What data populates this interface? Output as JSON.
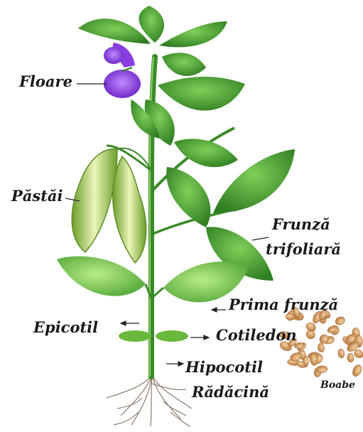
{
  "diagram": {
    "labels": {
      "floare": "Floare",
      "pastai": "Păstăi",
      "frunza_trifoliara_line1": "Frunză",
      "frunza_trifoliara_line2": "trifoliară",
      "prima_frunza": "Prima frunză",
      "epicotil": "Epicotil",
      "cotiledon": "Cotiledon",
      "hipocotil": "Hipocotil",
      "radacina": "Rădăcină",
      "boabe": "Boabe"
    },
    "colors": {
      "leaf": "#3f9a2c",
      "leaf_dark": "#2b6e1e",
      "stem": "#3a8a28",
      "flower": "#7b2fd6",
      "pod": "#9cc44a",
      "root": "#8a7a6a",
      "bean": "#c98a4a"
    }
  }
}
